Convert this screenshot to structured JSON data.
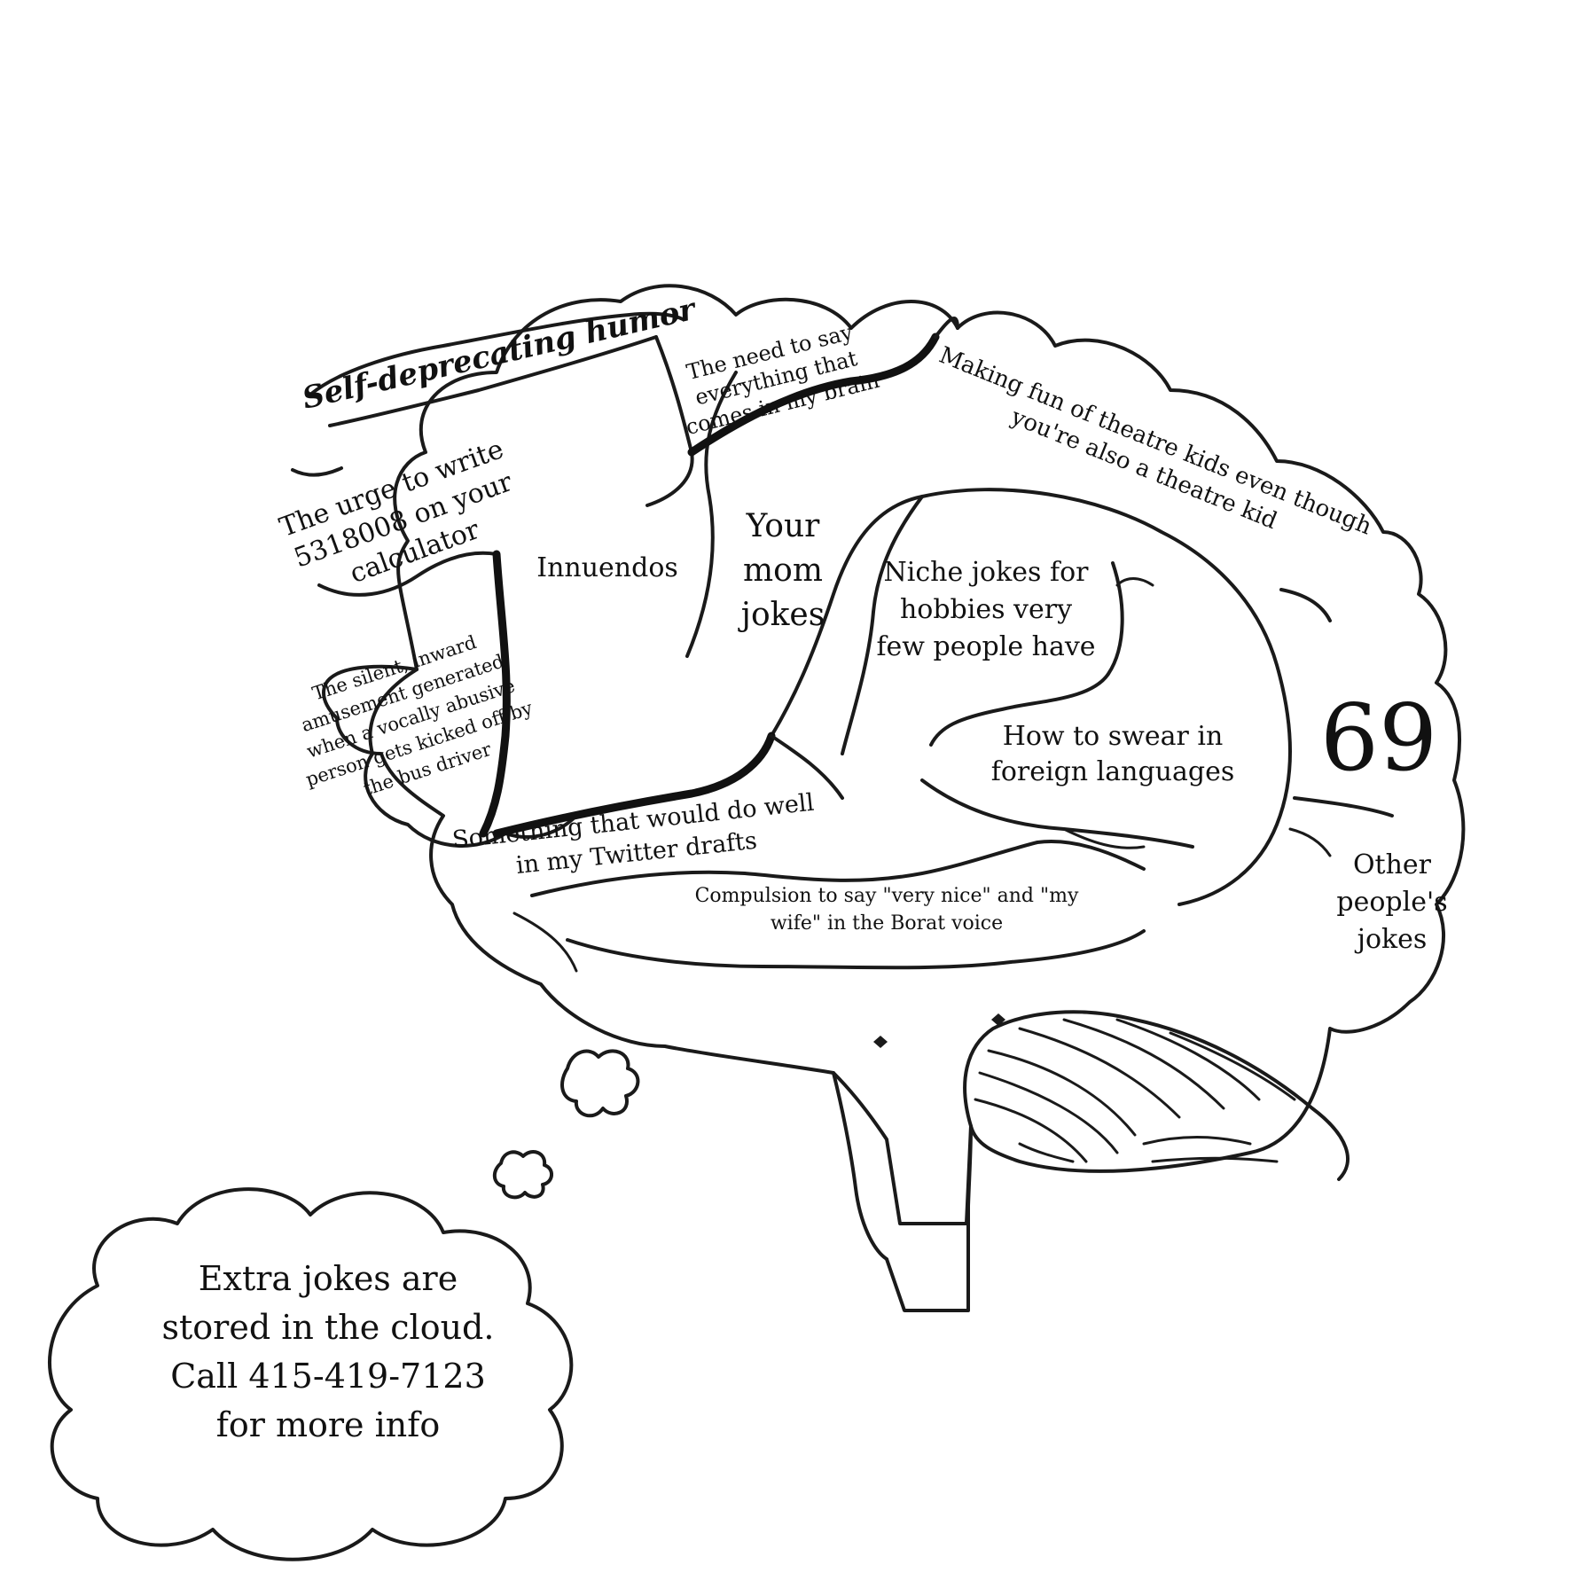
{
  "regions": {
    "self_deprecating": "Self-deprecating humor",
    "calculator": [
      "The urge to write",
      "5318008 on your",
      "calculator"
    ],
    "need_to_say": [
      "The need to say",
      "everything that",
      "comes in my brain"
    ],
    "theatre": [
      "Making fun of theatre kids even though",
      "you're also a theatre kid"
    ],
    "innuendos": "Innuendos",
    "your_mom": [
      "Your",
      "mom",
      "jokes"
    ],
    "niche": [
      "Niche jokes for",
      "hobbies very",
      "few people have"
    ],
    "silent_amusement": [
      "The silent, inward",
      "amusement generated",
      "when a vocally abusive",
      "person gets kicked off by",
      "the bus driver"
    ],
    "swear": [
      "How to swear in",
      "foreign languages"
    ],
    "number": "69",
    "twitter": [
      "Something that would do well",
      "in my Twitter drafts"
    ],
    "borat": [
      "Compulsion to say \"very nice\" and \"my",
      "wife\" in the Borat voice"
    ],
    "other_people": [
      "Other",
      "people's",
      "jokes"
    ]
  },
  "cloud": {
    "lines": [
      "Extra jokes are",
      "stored in the cloud.",
      "Call 415-419-7123",
      "for more info"
    ]
  }
}
